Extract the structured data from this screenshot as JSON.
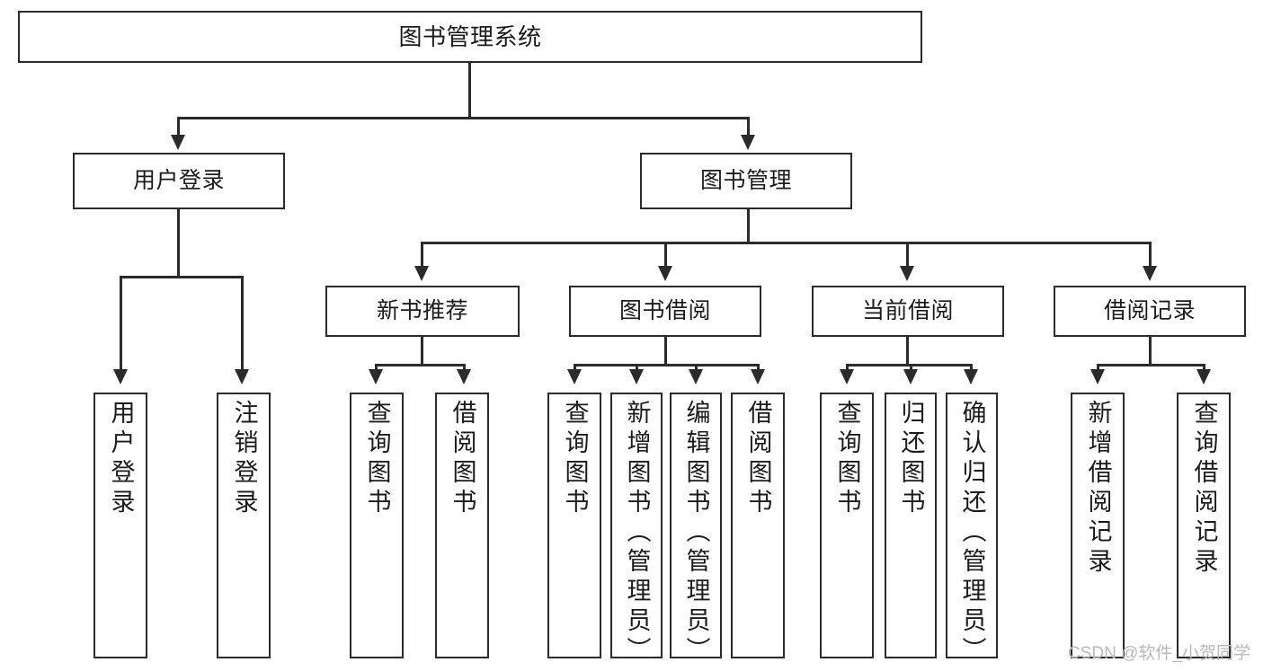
{
  "diagram": {
    "type": "tree-hierarchy-chart",
    "title": "图书管理系统",
    "root": {
      "id": "root",
      "label": "图书管理系统",
      "orientation": "horizontal"
    },
    "level2": [
      {
        "id": "user-login",
        "label": "用户登录",
        "orientation": "horizontal"
      },
      {
        "id": "book-manage",
        "label": "图书管理",
        "orientation": "horizontal"
      }
    ],
    "level3": [
      {
        "id": "new-book-recommend",
        "label": "新书推荐",
        "orientation": "horizontal",
        "parent": "book-manage"
      },
      {
        "id": "book-borrow",
        "label": "图书借阅",
        "orientation": "horizontal",
        "parent": "book-manage"
      },
      {
        "id": "current-borrow",
        "label": "当前借阅",
        "orientation": "horizontal",
        "parent": "book-manage"
      },
      {
        "id": "borrow-record",
        "label": "借阅记录",
        "orientation": "horizontal",
        "parent": "book-manage"
      }
    ],
    "leaves": [
      {
        "id": "leaf-user-login",
        "label": "用户登录",
        "parent": "user-login",
        "orientation": "vertical"
      },
      {
        "id": "leaf-user-logout",
        "label": "注销登录",
        "parent": "user-login",
        "orientation": "vertical"
      },
      {
        "id": "leaf-query-book-1",
        "label": "查询图书",
        "parent": "new-book-recommend",
        "orientation": "vertical"
      },
      {
        "id": "leaf-borrow-book-1",
        "label": "借阅图书",
        "parent": "new-book-recommend",
        "orientation": "vertical"
      },
      {
        "id": "leaf-query-book-2",
        "label": "查询图书",
        "parent": "book-borrow",
        "orientation": "vertical"
      },
      {
        "id": "leaf-add-book",
        "label": "新增图书（管理员）",
        "parent": "book-borrow",
        "orientation": "vertical"
      },
      {
        "id": "leaf-edit-book",
        "label": "编辑图书（管理员）",
        "parent": "book-borrow",
        "orientation": "vertical"
      },
      {
        "id": "leaf-borrow-book-2",
        "label": "借阅图书",
        "parent": "book-borrow",
        "orientation": "vertical"
      },
      {
        "id": "leaf-query-book-3",
        "label": "查询图书",
        "parent": "current-borrow",
        "orientation": "vertical"
      },
      {
        "id": "leaf-return-book",
        "label": "归还图书",
        "parent": "current-borrow",
        "orientation": "vertical"
      },
      {
        "id": "leaf-confirm-return",
        "label": "确认归还（管理员）",
        "parent": "current-borrow",
        "orientation": "vertical"
      },
      {
        "id": "leaf-add-record",
        "label": "新增借阅记录",
        "parent": "borrow-record",
        "orientation": "vertical"
      },
      {
        "id": "leaf-query-record",
        "label": "查询借阅记录",
        "parent": "borrow-record",
        "orientation": "vertical"
      }
    ]
  },
  "watermark": {
    "text": "CSDN @软件_小贺同学"
  },
  "colors": {
    "stroke": "#2b2b2b",
    "fill": "#ffffff",
    "text": "#1b1b1b",
    "watermark": "#b9b9b9"
  }
}
